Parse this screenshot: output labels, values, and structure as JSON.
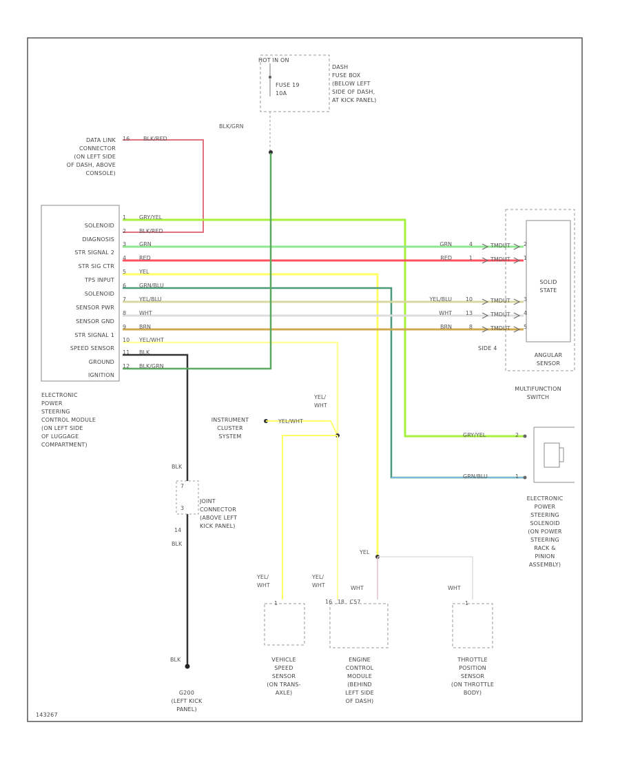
{
  "components": {
    "fuse_box": {
      "hot_label": "HOT IN ON",
      "fuse": "FUSE 19",
      "rating": "10A",
      "desc": "DASH\nFUSE BOX\n(BELOW LEFT\nSIDE OF DASH,\nAT KICK PANEL)"
    },
    "dlc": {
      "desc": "DATA LINK\nCONNECTOR\n(ON LEFT SIDE\nOF DASH, ABOVE\nCONSOLE)"
    },
    "eps_module": {
      "desc": "ELECTRONIC\nPOWER\nSTEERING\nCONTROL MODULE\n(ON LEFT SIDE\nOF LUGGAGE\nCOMPARTMENT)",
      "rows": [
        {
          "label": "SOLENOID",
          "pin": "1",
          "wire": "GRY/YEL"
        },
        {
          "label": "DIAGNOSIS",
          "pin": "2",
          "wire": "BLK/RED"
        },
        {
          "label": "STR SIGNAL 2",
          "pin": "3",
          "wire": "GRN"
        },
        {
          "label": "STR SIG CTR",
          "pin": "4",
          "wire": "RED"
        },
        {
          "label": "TPS INPUT",
          "pin": "5",
          "wire": "YEL"
        },
        {
          "label": "SOLENOID",
          "pin": "6",
          "wire": "GRN/BLU"
        },
        {
          "label": "SENSOR PWR",
          "pin": "7",
          "wire": "YEL/BLU"
        },
        {
          "label": "SENSOR GND",
          "pin": "8",
          "wire": "WHT"
        },
        {
          "label": "STR SIGNAL 1",
          "pin": "9",
          "wire": "BRN"
        },
        {
          "label": "SPEED SENSOR",
          "pin": "10",
          "wire": "YEL/WHT"
        },
        {
          "label": "GROUND",
          "pin": "11",
          "wire": "BLK"
        },
        {
          "label": "IGNITION",
          "pin": "12",
          "wire": "BLK/GRN"
        }
      ]
    },
    "multifunction": {
      "solid_state": "SOLID\nSTATE",
      "angular": "ANGULAR\nSENSOR",
      "connector": "SIDE 4",
      "desc": "MULTIFUNCTION\nSWITCH",
      "rows": [
        {
          "wire": "GRN",
          "pin_a": "4",
          "pin_b": "2"
        },
        {
          "wire": "RED",
          "pin_a": "1",
          "pin_b": "1"
        },
        {
          "wire": "YEL/BLU",
          "pin_a": "10",
          "pin_b": "3"
        },
        {
          "wire": "WHT",
          "pin_a": "13",
          "pin_b": "4"
        },
        {
          "wire": "BRN",
          "pin_a": "8",
          "pin_b": "5"
        }
      ],
      "t_label": "TMDUT"
    },
    "eps_solenoid": {
      "desc": "ELECTRONIC\nPOWER\nSTEERING\nSOLENOID\n(ON POWER\nSTEERING\nRACK &\nPINION\nASSEMBLY)",
      "wire1": "GRY/YEL",
      "pin1": "2",
      "wire2": "GRN/BLU",
      "pin2": "1"
    },
    "cluster": {
      "desc": "INSTRUMENT\nCLUSTER\nSYSTEM",
      "wire": "YEL/WHT"
    },
    "joint": {
      "desc": "JOINT\nCONNECTOR\n(ABOVE LEFT\nKICK PANEL)",
      "pin_top": "7",
      "pin_bot": "3",
      "pin_id": "14"
    },
    "ground": {
      "desc": "G200\n(LEFT KICK\nPANEL)"
    },
    "vss": {
      "desc": "VEHICLE\nSPEED\nSENSOR\n(ON TRANS-\nAXLE)",
      "wire": "YEL/\nWHT",
      "pin": "1"
    },
    "ecm": {
      "desc": "ENGINE\nCONTROL\nMODULE\n(BEHIND\nLEFT SIDE\nOF DASH)",
      "wire1": "YEL/\nWHT",
      "wire2": "WHT",
      "pins": "16   18   C57"
    },
    "tps": {
      "desc": "THROTTLE\nPOSITION\nSENSOR\n(ON THROTTLE\nBODY)",
      "wire": "WHT",
      "pin": "1"
    }
  },
  "wire_labels": {
    "fuse_out": "BLK/GRN",
    "dlc_wire": "BLK/RED",
    "dlc_pin": "16",
    "yel_wht_drop": "YEL/\nWHT",
    "blk_top": "BLK",
    "blk_mid": "BLK",
    "blk_bot": "BLK",
    "yel_junction": "YEL"
  },
  "footer": {
    "code": "143267"
  },
  "wire_colors": {
    "gry_yel": "#a6f03a",
    "blk_red": "#e07080",
    "grn": "#8fe88f",
    "red": "#ff5060",
    "yel": "#ffff66",
    "grn_blu": "#4a9a7a",
    "yel_blu": "#d8d8a0",
    "wht": "#dddddd",
    "brn": "#cfa850",
    "yel_wht": "#ffff99",
    "blk": "#333333",
    "blk_grn": "#5ca85c"
  }
}
